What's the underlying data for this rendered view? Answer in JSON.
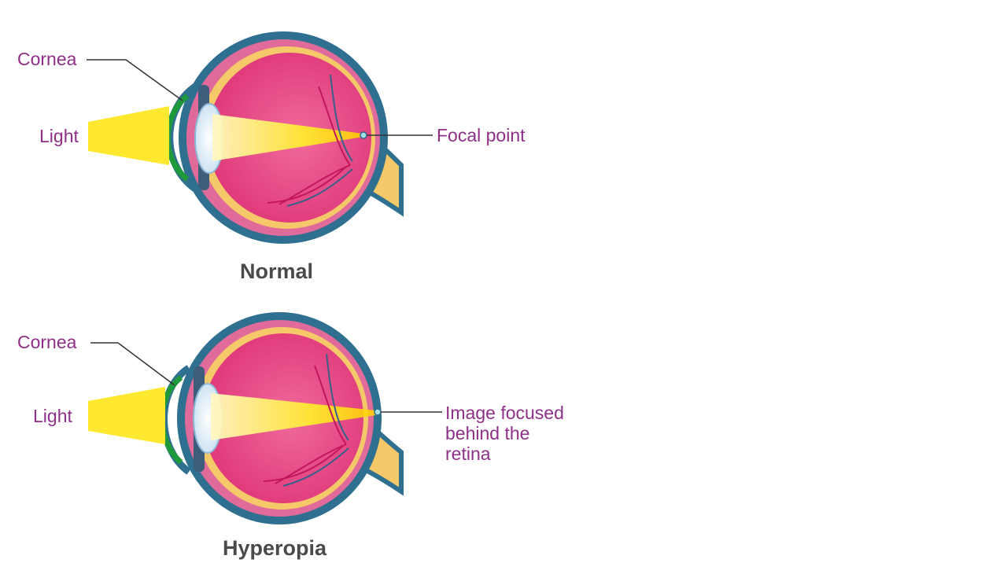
{
  "panels": [
    {
      "caption": "Normal",
      "labels": {
        "cornea": "Cornea",
        "light": "Light",
        "focus": "Focal point"
      }
    },
    {
      "caption": "Hyperopia",
      "labels": {
        "cornea": "Cornea",
        "light": "Light",
        "focus": "Image focused behind the retina",
        "focus_lines": [
          "Image focused",
          "behind the",
          "retina"
        ]
      }
    }
  ],
  "colors": {
    "label_text": "#8e2f88",
    "caption_text": "#4a4a4a",
    "sclera": "#2f6f8f",
    "eye_interior": "#e8467f",
    "light_beam": "#ffe930",
    "cornea_green": "#1f9a3a",
    "optic_nerve": "#f5c86a"
  }
}
